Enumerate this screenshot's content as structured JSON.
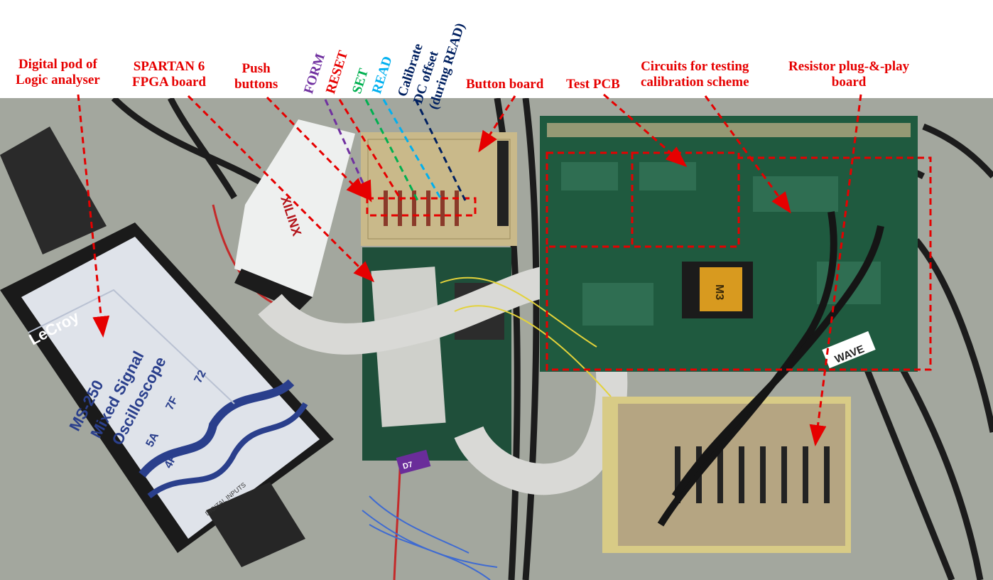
{
  "labels": {
    "digital_pod": [
      "Digital pod of",
      "Logic analyser"
    ],
    "spartan": [
      "SPARTAN 6",
      "FPGA board"
    ],
    "push_buttons": [
      "Push",
      "buttons"
    ],
    "form": "FORM",
    "reset": "RESET",
    "set": "SET",
    "read": "READ",
    "calibrate": [
      "Calibrate",
      "DC offset",
      "(during READ)"
    ],
    "button_board": "Button board",
    "test_pcb": "Test PCB",
    "circuits": [
      "Circuits for testing",
      "calibration scheme"
    ],
    "resistor_board": [
      "Resistor plug-&-play",
      "board"
    ]
  },
  "photo_text": {
    "scope_brand": "LeCroy",
    "scope_model": [
      "MS-250",
      "Mixed Signal",
      "Oscilloscope"
    ],
    "digital_inputs": "DIGITAL INPUTS",
    "hex_codes": [
      "72",
      "7F",
      "5A",
      "4F"
    ],
    "xilinx": "XILINX",
    "chip": "M3",
    "probe_tag": "WAVE",
    "d7": "D7"
  },
  "colors": {
    "label_red": "#e60000",
    "form_purple": "#7030a0",
    "set_green": "#00b050",
    "read_blue": "#00b0f0",
    "calibrate_navy": "#002060",
    "pcb_green": "#1f5a3f",
    "perfboard": "#c9b98a"
  }
}
